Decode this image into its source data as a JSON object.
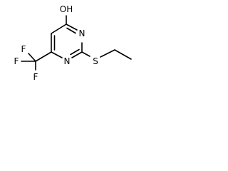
{
  "molecule": {
    "atoms": {
      "hydroxyl_oxygen": "OH",
      "ring_nitrogen_upper": "N",
      "ring_nitrogen_lower": "N",
      "sulfur": "S",
      "fluorine_top": "F",
      "fluorine_left": "F",
      "fluorine_bottom": "F"
    }
  },
  "colors": {
    "bond": "#000000",
    "label": "#000000",
    "background": "#ffffff"
  }
}
